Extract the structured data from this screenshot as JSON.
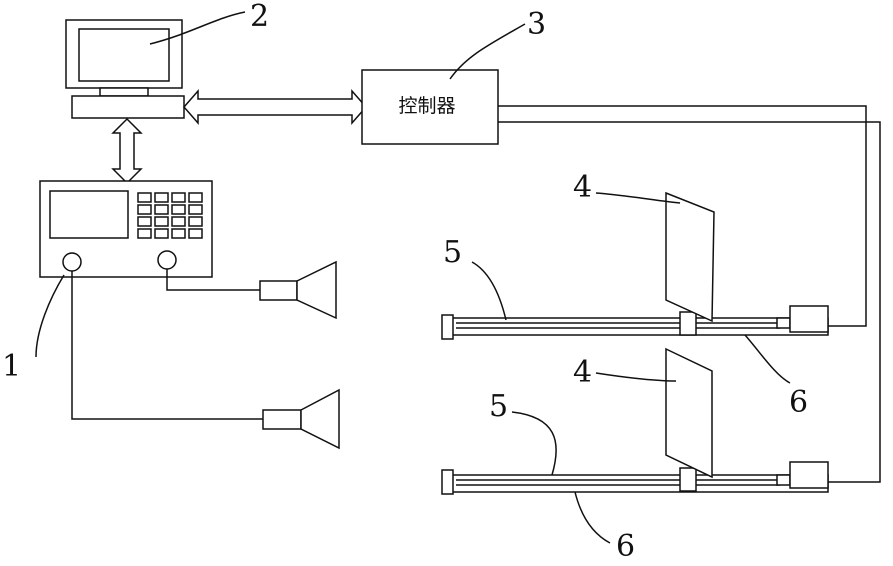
{
  "controller": {
    "label": "控制器"
  },
  "callouts": {
    "signal_generator": "1",
    "computer": "2",
    "controller": "3",
    "plate_upper": "4",
    "plate_lower": "4",
    "rail_upper": "5",
    "rail_lower": "5",
    "base_upper": "6",
    "base_lower": "6"
  }
}
